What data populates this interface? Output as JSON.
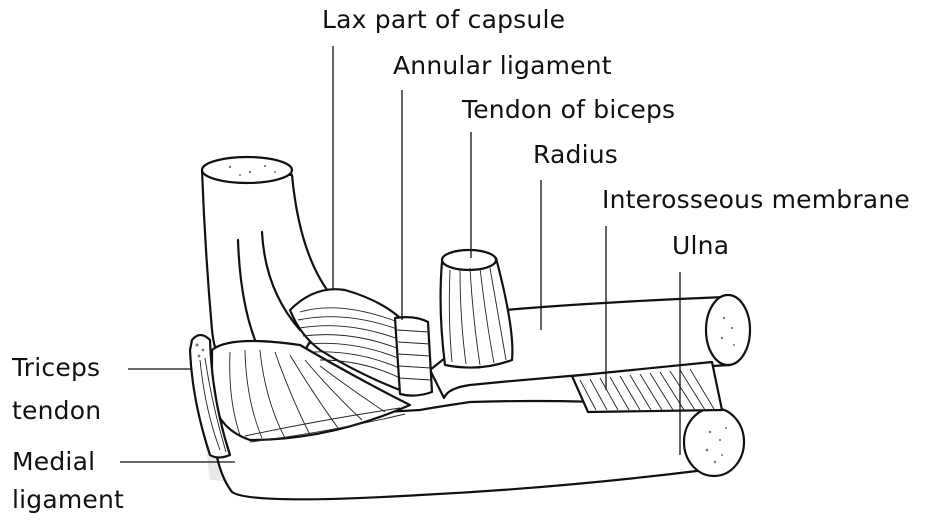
{
  "colors": {
    "ink": "#111111",
    "background": "#ffffff",
    "shading": "#e9e9e9"
  },
  "labels": {
    "lax_capsule": "Lax part of capsule",
    "annular_ligament": "Annular ligament",
    "tendon_biceps": "Tendon of biceps",
    "radius": "Radius",
    "interosseous": "Interosseous membrane",
    "ulna": "Ulna",
    "triceps_line1": "Triceps",
    "triceps_line2": "tendon",
    "medial_line1": "Medial",
    "medial_line2": "ligament"
  }
}
